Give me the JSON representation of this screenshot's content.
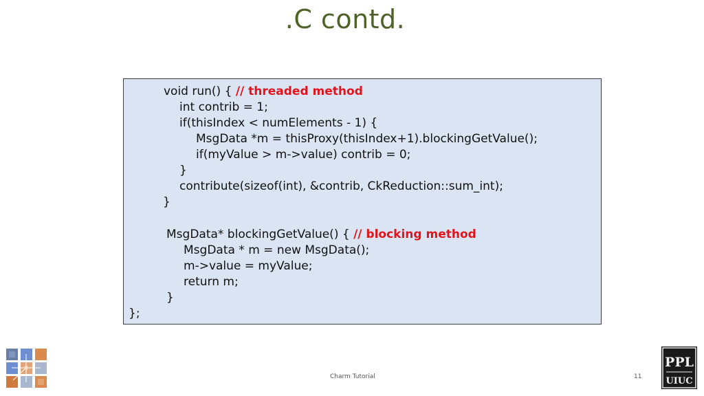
{
  "slide": {
    "title": ".C contd."
  },
  "code": {
    "lines": [
      {
        "text": "void run() { ",
        "comment": "// threaded method"
      },
      {
        "text": "int contrib = 1;",
        "comment": ""
      },
      {
        "text": "if(thisIndex < numElements - 1) {",
        "comment": ""
      },
      {
        "text": "MsgData *m = thisProxy(thisIndex+1).blockingGetValue();",
        "comment": ""
      },
      {
        "text": "if(myValue > m->value) contrib = 0;",
        "comment": ""
      },
      {
        "text": "}",
        "comment": ""
      },
      {
        "text": "contribute(sizeof(int), &contrib, CkReduction::sum_int);",
        "comment": ""
      },
      {
        "text": "}",
        "comment": ""
      },
      {
        "text": "MsgData* blockingGetValue() { ",
        "comment": "// blocking method"
      },
      {
        "text": "MsgData * m = new MsgData();",
        "comment": ""
      },
      {
        "text": "m->value = myValue;",
        "comment": ""
      },
      {
        "text": "return m;",
        "comment": ""
      },
      {
        "text": "}",
        "comment": ""
      },
      {
        "text": "};",
        "comment": ""
      }
    ]
  },
  "footer": {
    "center_text": "Charm Tutorial",
    "page_number": "11"
  },
  "logos": {
    "left_logo": "charm-grid-logo",
    "right_logo": "ppl-uiuc-logo",
    "right_logo_text_top": "PPL",
    "right_logo_text_bottom": "UIUC"
  },
  "colors": {
    "title": "#4f6228",
    "code_background": "#dbe4f3",
    "comment": "#e3131c"
  }
}
